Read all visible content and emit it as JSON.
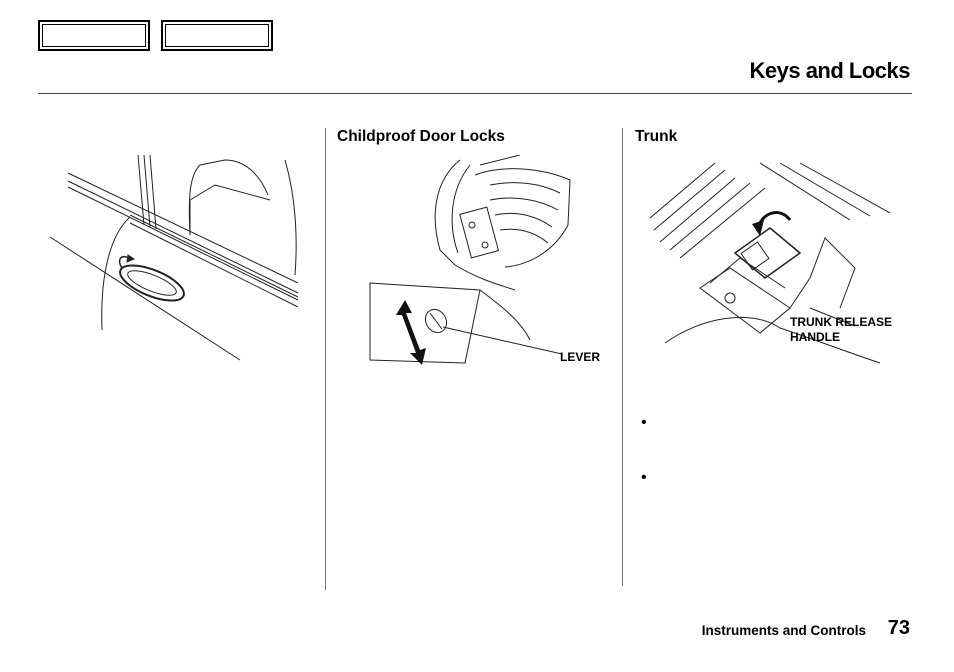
{
  "header": {
    "title": "Keys and Locks"
  },
  "nav": {
    "prev_label": "",
    "next_label": ""
  },
  "sections": {
    "childproof": {
      "heading": "Childproof Door Locks",
      "figure_label": "LEVER"
    },
    "trunk": {
      "heading": "Trunk",
      "figure_label_line1": "TRUNK RELEASE",
      "figure_label_line2": "HANDLE"
    }
  },
  "bullets": [
    "•",
    "•"
  ],
  "footer": {
    "section": "Instruments and Controls",
    "page_number": "73"
  }
}
